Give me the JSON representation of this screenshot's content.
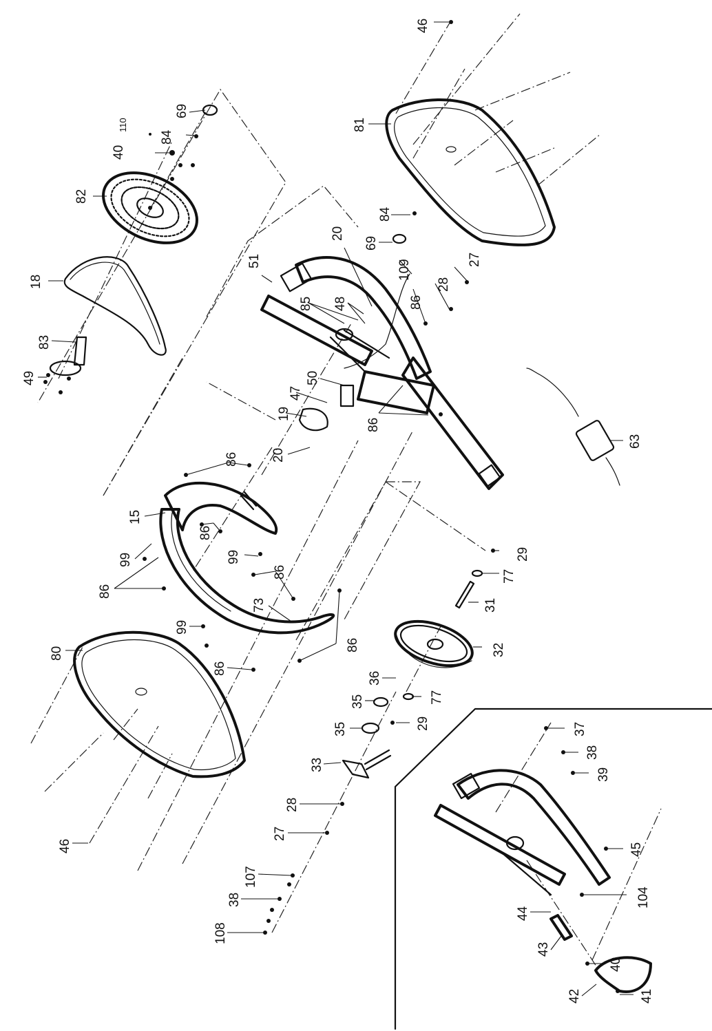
{
  "callouts": [
    {
      "id": "c46a",
      "text": "46"
    },
    {
      "id": "c69a",
      "text": "69"
    },
    {
      "id": "c110",
      "text": "110"
    },
    {
      "id": "c84a",
      "text": "84"
    },
    {
      "id": "c40a",
      "text": "40"
    },
    {
      "id": "c82",
      "text": "82"
    },
    {
      "id": "c81",
      "text": "81"
    },
    {
      "id": "c18",
      "text": "18"
    },
    {
      "id": "c51",
      "text": "51"
    },
    {
      "id": "c20a",
      "text": "20"
    },
    {
      "id": "c69b",
      "text": "69"
    },
    {
      "id": "c84b",
      "text": "84"
    },
    {
      "id": "c109",
      "text": "109"
    },
    {
      "id": "c27a",
      "text": "27"
    },
    {
      "id": "c28a",
      "text": "28"
    },
    {
      "id": "c83",
      "text": "83"
    },
    {
      "id": "c49",
      "text": "49"
    },
    {
      "id": "c85",
      "text": "85"
    },
    {
      "id": "c48",
      "text": "48"
    },
    {
      "id": "c86a",
      "text": "86"
    },
    {
      "id": "c50",
      "text": "50"
    },
    {
      "id": "c47",
      "text": "47"
    },
    {
      "id": "c19",
      "text": "19"
    },
    {
      "id": "c86b",
      "text": "86"
    },
    {
      "id": "c20b",
      "text": "20"
    },
    {
      "id": "c63",
      "text": "63"
    },
    {
      "id": "c86c",
      "text": "86"
    },
    {
      "id": "c15",
      "text": "15"
    },
    {
      "id": "c99a",
      "text": "99"
    },
    {
      "id": "c86d",
      "text": "86"
    },
    {
      "id": "c99b",
      "text": "99"
    },
    {
      "id": "c86e",
      "text": "86"
    },
    {
      "id": "c86f",
      "text": "86"
    },
    {
      "id": "c29a",
      "text": "29"
    },
    {
      "id": "c77a",
      "text": "77"
    },
    {
      "id": "c73",
      "text": "73"
    },
    {
      "id": "c31",
      "text": "31"
    },
    {
      "id": "c99c",
      "text": "99"
    },
    {
      "id": "c80",
      "text": "80"
    },
    {
      "id": "c86g",
      "text": "86"
    },
    {
      "id": "c32",
      "text": "32"
    },
    {
      "id": "c86h",
      "text": "86"
    },
    {
      "id": "c36",
      "text": "36"
    },
    {
      "id": "c35a",
      "text": "35"
    },
    {
      "id": "c77b",
      "text": "77"
    },
    {
      "id": "c35b",
      "text": "35"
    },
    {
      "id": "c29b",
      "text": "29"
    },
    {
      "id": "c37",
      "text": "37"
    },
    {
      "id": "c38a",
      "text": "38"
    },
    {
      "id": "c33",
      "text": "33"
    },
    {
      "id": "c39",
      "text": "39"
    },
    {
      "id": "c28b",
      "text": "28"
    },
    {
      "id": "c46b",
      "text": "46"
    },
    {
      "id": "c27b",
      "text": "27"
    },
    {
      "id": "c45",
      "text": "45"
    },
    {
      "id": "c107",
      "text": "107"
    },
    {
      "id": "c104",
      "text": "104"
    },
    {
      "id": "c38b",
      "text": "38"
    },
    {
      "id": "c44",
      "text": "44"
    },
    {
      "id": "c108",
      "text": "108"
    },
    {
      "id": "c43",
      "text": "43"
    },
    {
      "id": "c40b",
      "text": "40"
    },
    {
      "id": "c42",
      "text": "42"
    },
    {
      "id": "c41",
      "text": "41"
    }
  ]
}
